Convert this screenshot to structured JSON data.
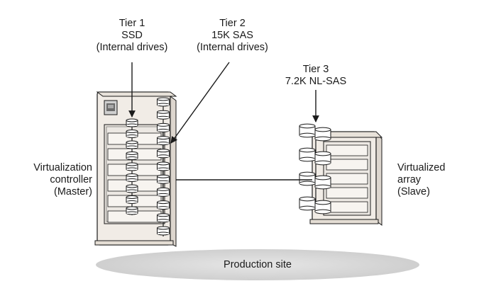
{
  "tier1": {
    "line1": "Tier 1",
    "line2": "SSD",
    "line3": "(Internal drives)"
  },
  "tier2": {
    "line1": "Tier 2",
    "line2": "15K SAS",
    "line3": "(Internal drives)"
  },
  "tier3": {
    "line1": "Tier 3",
    "line2": "7.2K NL-SAS"
  },
  "master": {
    "line1": "Virtualization",
    "line2": "controller",
    "line3": "(Master)"
  },
  "slave": {
    "line1": "Virtualized",
    "line2": "array",
    "line3": "(Slave)"
  },
  "site": {
    "label": "Production site"
  },
  "colors": {
    "cabinet": "#f1ece6",
    "cabinet_edge": "#c9c2ba",
    "drive_face": "#ffffff",
    "stroke": "#1a1a1a",
    "site_ellipse": "#d4d4d4"
  },
  "drives": {
    "tier1_count": 9,
    "tier2_count": 11,
    "tier3_count": 4
  }
}
